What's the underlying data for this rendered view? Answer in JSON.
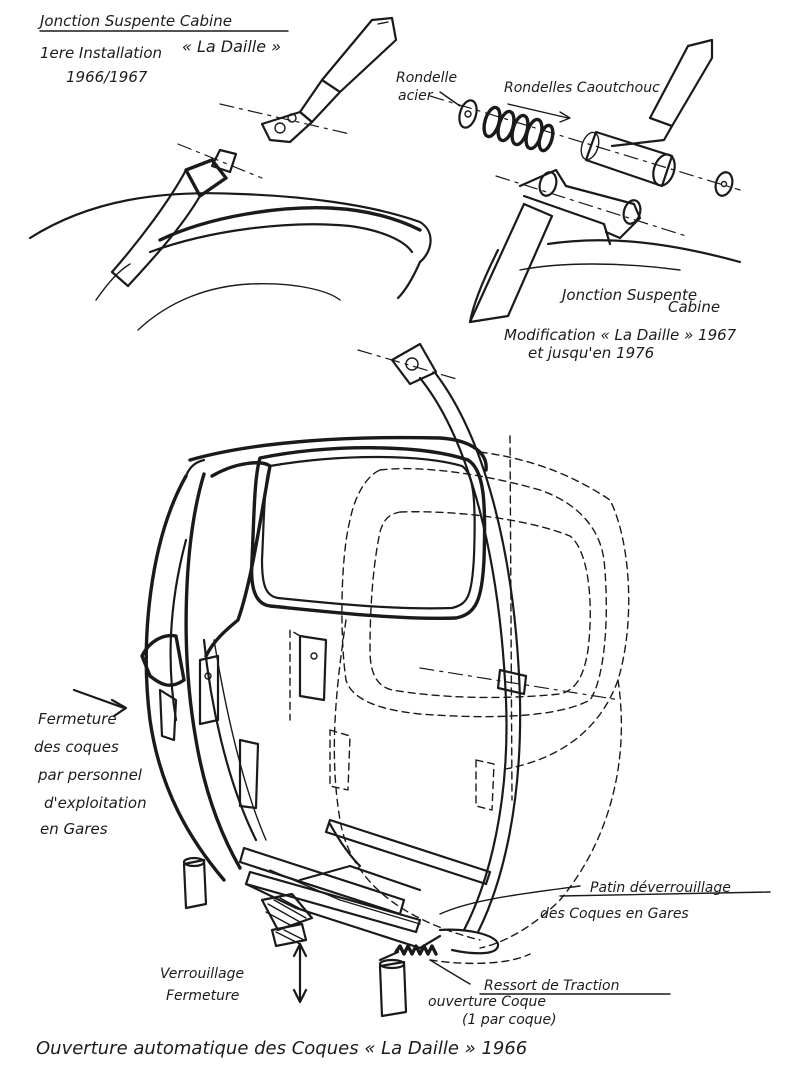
{
  "labels": {
    "title_top_left": "Jonction Suspente Cabine",
    "first_install_line1": "1ere Installation",
    "first_install_brand": "« La Daille »",
    "first_install_years": "1966/1967",
    "washer_steel_line1": "Rondelle",
    "washer_steel_line2": "acier",
    "rubber_washers": "Rondelles Caoutchouc",
    "junction_right_line1": "Jonction Suspente",
    "junction_right_line2": "Cabine",
    "modification_line1": "Modification « La Daille » 1967",
    "modification_line2": "et jusqu'en 1976",
    "closing_note": [
      "Fermeture",
      "des coques",
      "par personnel",
      "d'exploitation",
      "en Gares"
    ],
    "unlock_pad_line1": "Patin déverrouillage",
    "unlock_pad_line2": "des Coques en Gares",
    "lock_line1": "Verrouillage",
    "lock_line2": "Fermeture",
    "spring_line1": "Ressort de Traction",
    "spring_line2": "ouverture Coque",
    "spring_line3": "(1 par coque)",
    "bottom_caption": "Ouverture automatique des Coques « La Daille » 1966"
  },
  "colors": {
    "ink": "#1a1a1a",
    "paper": "#ffffff"
  }
}
